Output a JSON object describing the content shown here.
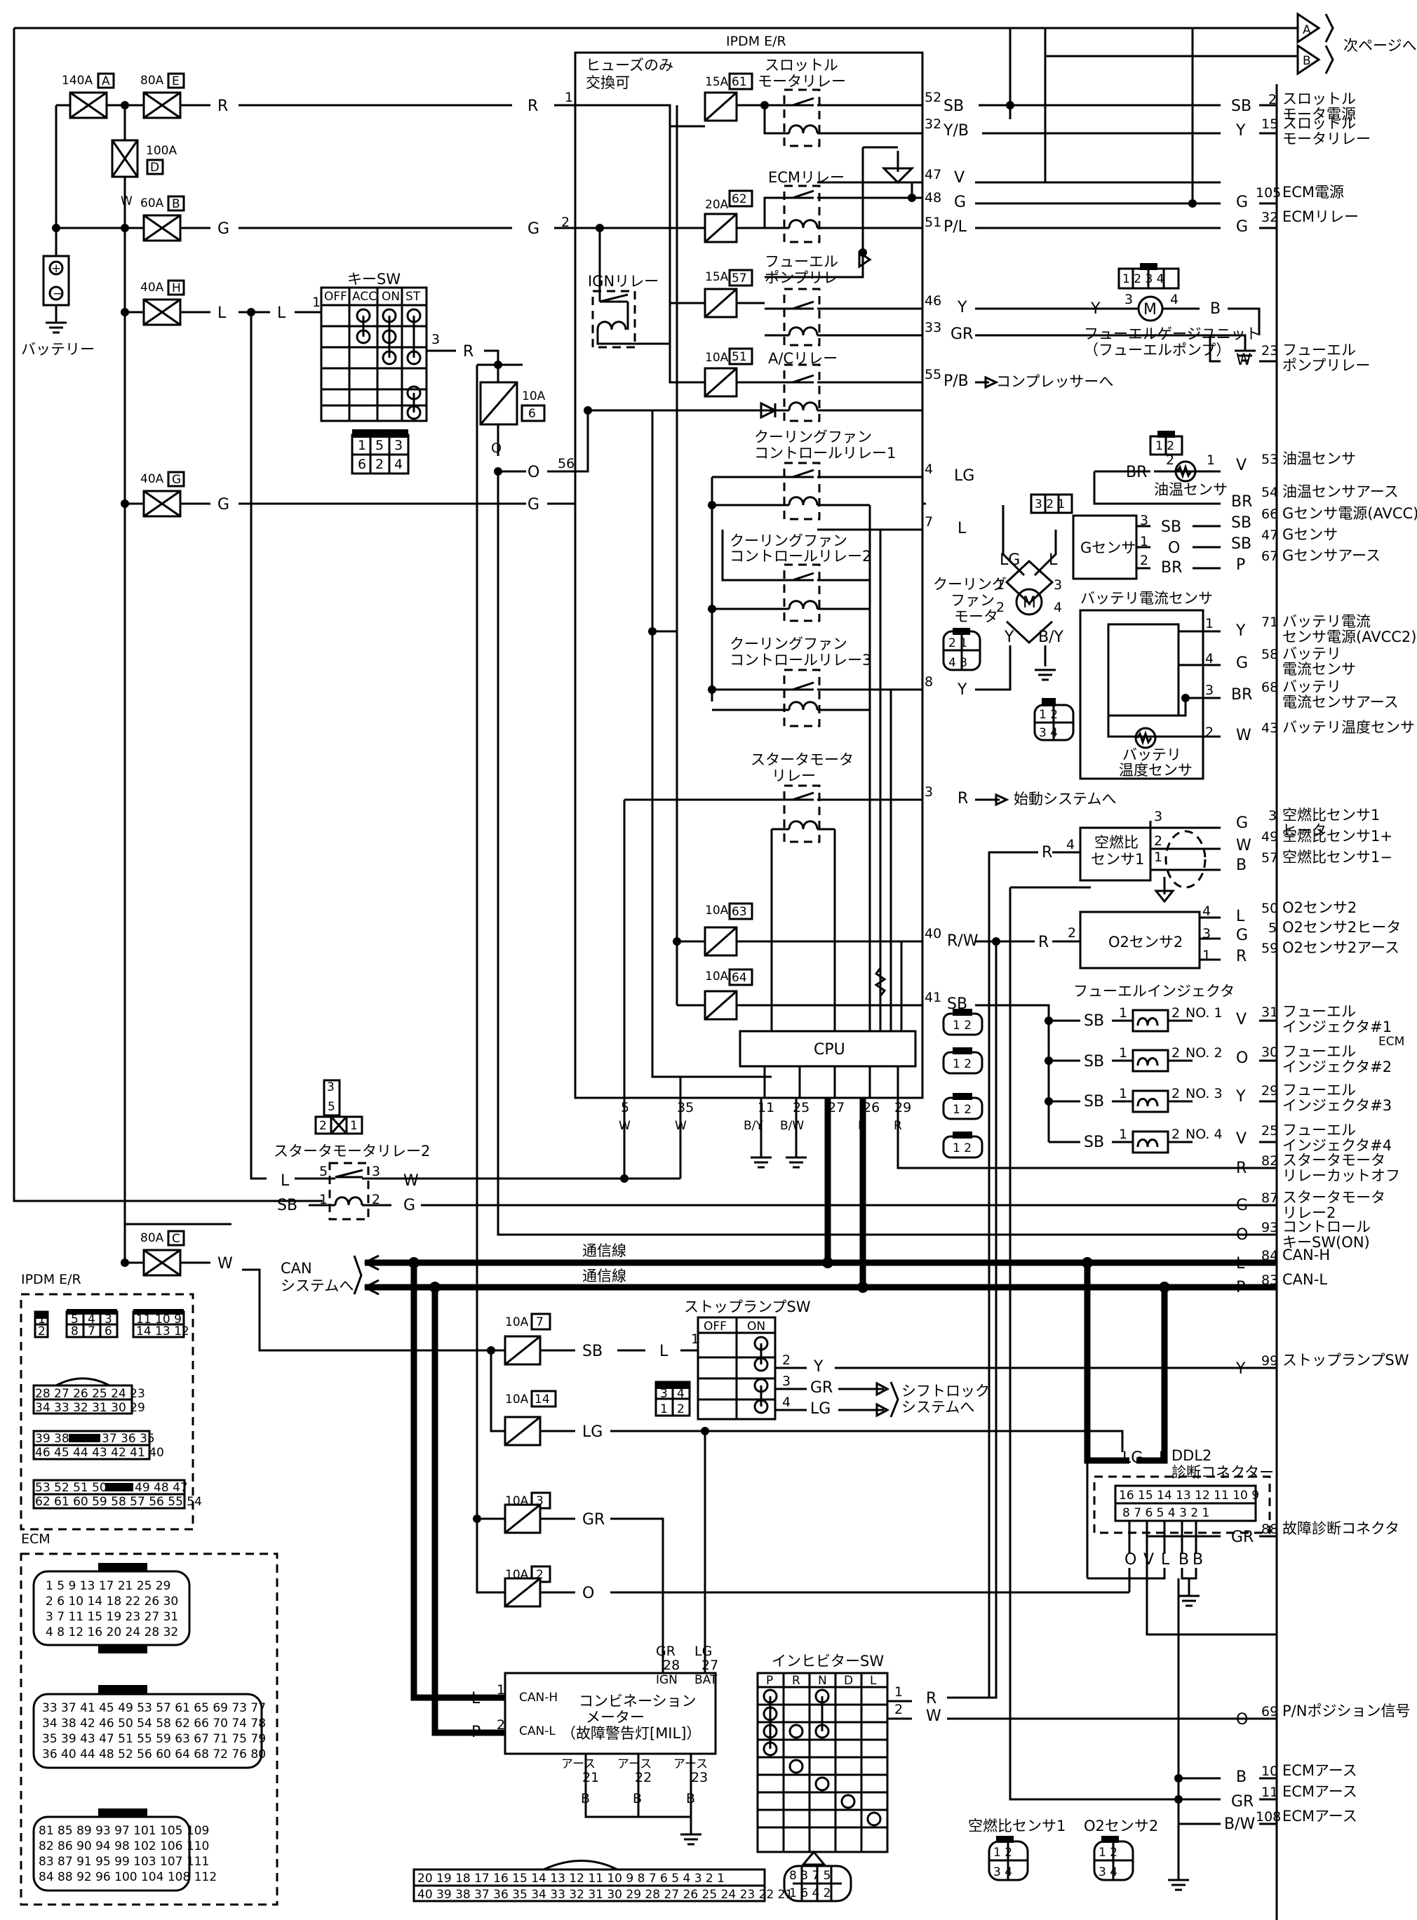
{
  "ipdm": {
    "title": "IPDM E/R",
    "fuse_note": [
      "ヒューズのみ",
      "交換可"
    ],
    "throttle_relay": [
      "スロットル",
      "モータリレー"
    ],
    "ecm_relay": "ECMリレー",
    "ign_relay": "IGNリレー",
    "fuel_pump_relay": [
      "フューエル",
      "ポンプリレー"
    ],
    "ac_relay": "A/Cリレー",
    "cooling_fan_relay_1": [
      "クーリングファン",
      "コントロールリレー1"
    ],
    "cooling_fan_relay_2": [
      "クーリングファン",
      "コントロールリレー2"
    ],
    "cooling_fan_relay_3": [
      "クーリングファン",
      "コントロールリレー3"
    ],
    "starter_relay": [
      "スタータモータ",
      "リレー"
    ],
    "cpu": "CPU",
    "fuses": [
      "15A 61",
      "20A 62",
      "15A 57",
      "10A 51",
      "10A 63",
      "10A 64"
    ],
    "pins": [
      "1",
      "2",
      "56",
      "6",
      "52",
      "32",
      "47",
      "48",
      "51",
      "46",
      "33",
      "55",
      "4",
      "7",
      "8",
      "3",
      "40",
      "41",
      "5",
      "35",
      "11",
      "25",
      "27",
      "26",
      "29"
    ]
  },
  "battery": {
    "label": "バッテリー",
    "fusible_links": [
      "140A A",
      "80A E",
      "100A D",
      "60A B",
      "40A H",
      "40A G",
      "80A C"
    ]
  },
  "key_sw": {
    "label": "キーSW",
    "positions": [
      "OFF",
      "ACC",
      "ON",
      "ST"
    ],
    "connector_pins": [
      "1",
      "5",
      "3",
      "6",
      "2",
      "4"
    ],
    "fuse": "10A 6"
  },
  "starter_relay_2": {
    "label": "スタータモータリレー2",
    "pins": [
      "3",
      "5",
      "2",
      "1"
    ]
  },
  "right_side": {
    "next_page": "次ページへ",
    "compressor": "コンプレッサーへ",
    "start_system": "始動システムへ",
    "can_system": [
      "CAN",
      "システムへ"
    ],
    "comm_line": "通信線",
    "shift_lock": [
      "シフトロック",
      "システムへ"
    ]
  },
  "components": {
    "fuel_gauge": [
      "フューエルゲージユニット",
      "（フューエルポンプ）"
    ],
    "oil_temp_sensor": "油温センサ",
    "g_sensor": "Gセンサ",
    "cooling_fan_motor": [
      "クーリング",
      "ファン",
      "モータ"
    ],
    "battery_current_sensor": "バッテリ電流センサ",
    "battery_temp_sensor": [
      "バッテリ",
      "温度センサ"
    ],
    "af_sensor": [
      "空燃比",
      "センサ1"
    ],
    "o2_sensor": "O2センサ2",
    "fuel_injector": "フューエルインジェクタ",
    "injectors": [
      "NO. 1",
      "NO. 2",
      "NO. 3",
      "NO. 4"
    ],
    "stop_lamp_sw": "ストップランプSW",
    "ddl2": [
      "DDL2",
      "診断コネクター"
    ],
    "combination_meter": [
      "コンビネーション",
      "メーター",
      "（故障警告灯[MIL]）"
    ],
    "inhibitor_sw": "インヒビターSW",
    "inhibitor_positions": [
      "P",
      "R",
      "N",
      "D",
      "L"
    ],
    "af_sensor_1_conn": "空燃比センサ1",
    "o2_sensor_2_conn": "O2センサ2"
  },
  "ecm_terminals": [
    {
      "pin": "2",
      "wire": "SB",
      "label": "スロットル モータ電源"
    },
    {
      "pin": "15",
      "wire": "Y",
      "label": "スロットル モータリレー"
    },
    {
      "pin": "105",
      "wire": "G",
      "label": "ECM電源"
    },
    {
      "pin": "32",
      "wire": "G",
      "label": "ECMリレー"
    },
    {
      "pin": "23",
      "wire": "W",
      "label": "フューエル ポンプリレー"
    },
    {
      "pin": "53",
      "wire": "V",
      "label": "油温センサ"
    },
    {
      "pin": "54",
      "wire": "BR",
      "label": "油温センサアース"
    },
    {
      "pin": "66",
      "wire": "SB",
      "label": "Gセンサ電源(AVCC)"
    },
    {
      "pin": "47",
      "wire": "SB",
      "label": "Gセンサ"
    },
    {
      "pin": "67",
      "wire": "P",
      "label": "Gセンサアース"
    },
    {
      "pin": "71",
      "wire": "Y",
      "label": "バッテリ電流 センサ電源(AVCC2)"
    },
    {
      "pin": "58",
      "wire": "G",
      "label": "バッテリ 電流センサ"
    },
    {
      "pin": "68",
      "wire": "BR",
      "label": "バッテリ 電流センサアース"
    },
    {
      "pin": "43",
      "wire": "W",
      "label": "バッテリ温度センサ"
    },
    {
      "pin": "3",
      "wire": "G",
      "label": "空燃比センサ1 ヒータ"
    },
    {
      "pin": "49",
      "wire": "W",
      "label": "空燃比センサ1+"
    },
    {
      "pin": "57",
      "wire": "B",
      "label": "空燃比センサ1−"
    },
    {
      "pin": "50",
      "wire": "L",
      "label": "O2センサ2"
    },
    {
      "pin": "5",
      "wire": "G",
      "label": "O2センサ2ヒータ"
    },
    {
      "pin": "59",
      "wire": "R",
      "label": "O2センサ2アース"
    },
    {
      "pin": "31",
      "wire": "V",
      "label": "フューエル インジェクタ#1"
    },
    {
      "pin": "30",
      "wire": "O",
      "label": "フューエル インジェクタ#2"
    },
    {
      "pin": "29",
      "wire": "Y",
      "label": "フューエル インジェクタ#3"
    },
    {
      "pin": "25",
      "wire": "V",
      "label": "フューエル インジェクタ#4"
    },
    {
      "pin": "82",
      "wire": "R",
      "label": "スタータモータ リレーカットオフ"
    },
    {
      "pin": "87",
      "wire": "G",
      "label": "スタータモータ リレー2"
    },
    {
      "pin": "93",
      "wire": "O",
      "label": "コントロール キーSW(ON)"
    },
    {
      "pin": "84",
      "wire": "L",
      "label": "CAN-H"
    },
    {
      "pin": "83",
      "wire": "P",
      "label": "CAN-L"
    },
    {
      "pin": "99",
      "wire": "Y",
      "label": "ストップランプSW"
    },
    {
      "pin": "88",
      "wire": "GR",
      "label": "故障診断コネクタ"
    },
    {
      "pin": "69",
      "wire": "O",
      "label": "P/Nポジション信号"
    },
    {
      "pin": "10",
      "wire": "B",
      "label": "ECMアース"
    },
    {
      "pin": "11",
      "wire": "GR",
      "label": "ECMアース"
    },
    {
      "pin": "108",
      "wire": "B/W",
      "label": "ECMアース"
    }
  ],
  "ecm_label": "ECM",
  "legend": {
    "ipdm_label": "IPDM E/R",
    "ecm_label": "ECM",
    "ipdm_rows": [
      "1 2  5 4 3  8 7 6  11 10 9  14 13 12",
      "28 27 26 25 24 23  34 33 32 31 30 29",
      "39 38 37 36 35  46 45 44 43 42 41 40",
      "53 52 51 50 49 48 47  62 61 60 59 58 57 56 55 54"
    ],
    "ecm_rows_1": [
      "1 5 9 13 17 21 25 29",
      "2 6 10 14 18 22 26 30",
      "3 7 11 15 19 23 27 31",
      "4 8 12 16 20 24 28 32"
    ],
    "ecm_rows_2": [
      "33 37 41 45 49 53 57 61 65 69 73 77",
      "34 38 42 46 50 54 58 62 66 70 74 78",
      "35 39 43 47 51 55 59 63 67 71 75 79",
      "36 40 44 48 52 56 60 64 68 72 76 80"
    ],
    "ecm_rows_3": [
      "81 85 89 93 97 101 105 109",
      "82 86 90 94 98 102 106 110",
      "83 87 91 95 99 103 107 111",
      "84 88 92 96 100 104 108 112"
    ],
    "meter_rows": [
      "20 19 18 17 16 15 14 13 12 11 10 9 8 7 6 5 4 3 2 1",
      "40 39 38 37 36 35 34 33 32 31 30 29 28 27 26 25 24 23 22 21"
    ]
  }
}
